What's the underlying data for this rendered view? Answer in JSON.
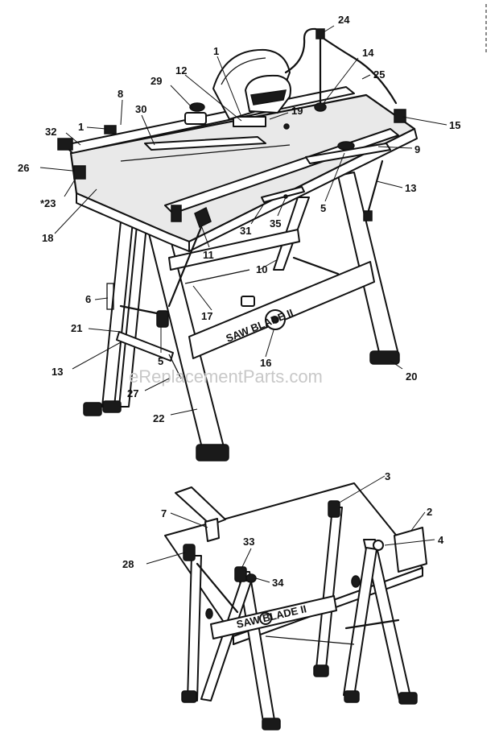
{
  "watermark": "eReplacementParts.com",
  "brace_label": "SAW BLADE II",
  "callouts": {
    "c1a": "1",
    "c1b": "1",
    "c2": "2",
    "c3": "3",
    "c4": "4",
    "c5a": "5",
    "c5b": "5",
    "c6": "6",
    "c7": "7",
    "c8": "8",
    "c9": "9",
    "c10": "10",
    "c11": "11",
    "c12": "12",
    "c13a": "13",
    "c13b": "13",
    "c14": "14",
    "c15": "15",
    "c16": "16",
    "c17": "17",
    "c18": "18",
    "c19": "19",
    "c20": "20",
    "c21": "21",
    "c22": "22",
    "c23": "*23",
    "c24": "24",
    "c25": "25",
    "c26": "26",
    "c27": "27",
    "c28": "28",
    "c29": "29",
    "c30": "30",
    "c31": "31",
    "c32": "32",
    "c33": "33",
    "c34": "34",
    "c35": "35"
  }
}
